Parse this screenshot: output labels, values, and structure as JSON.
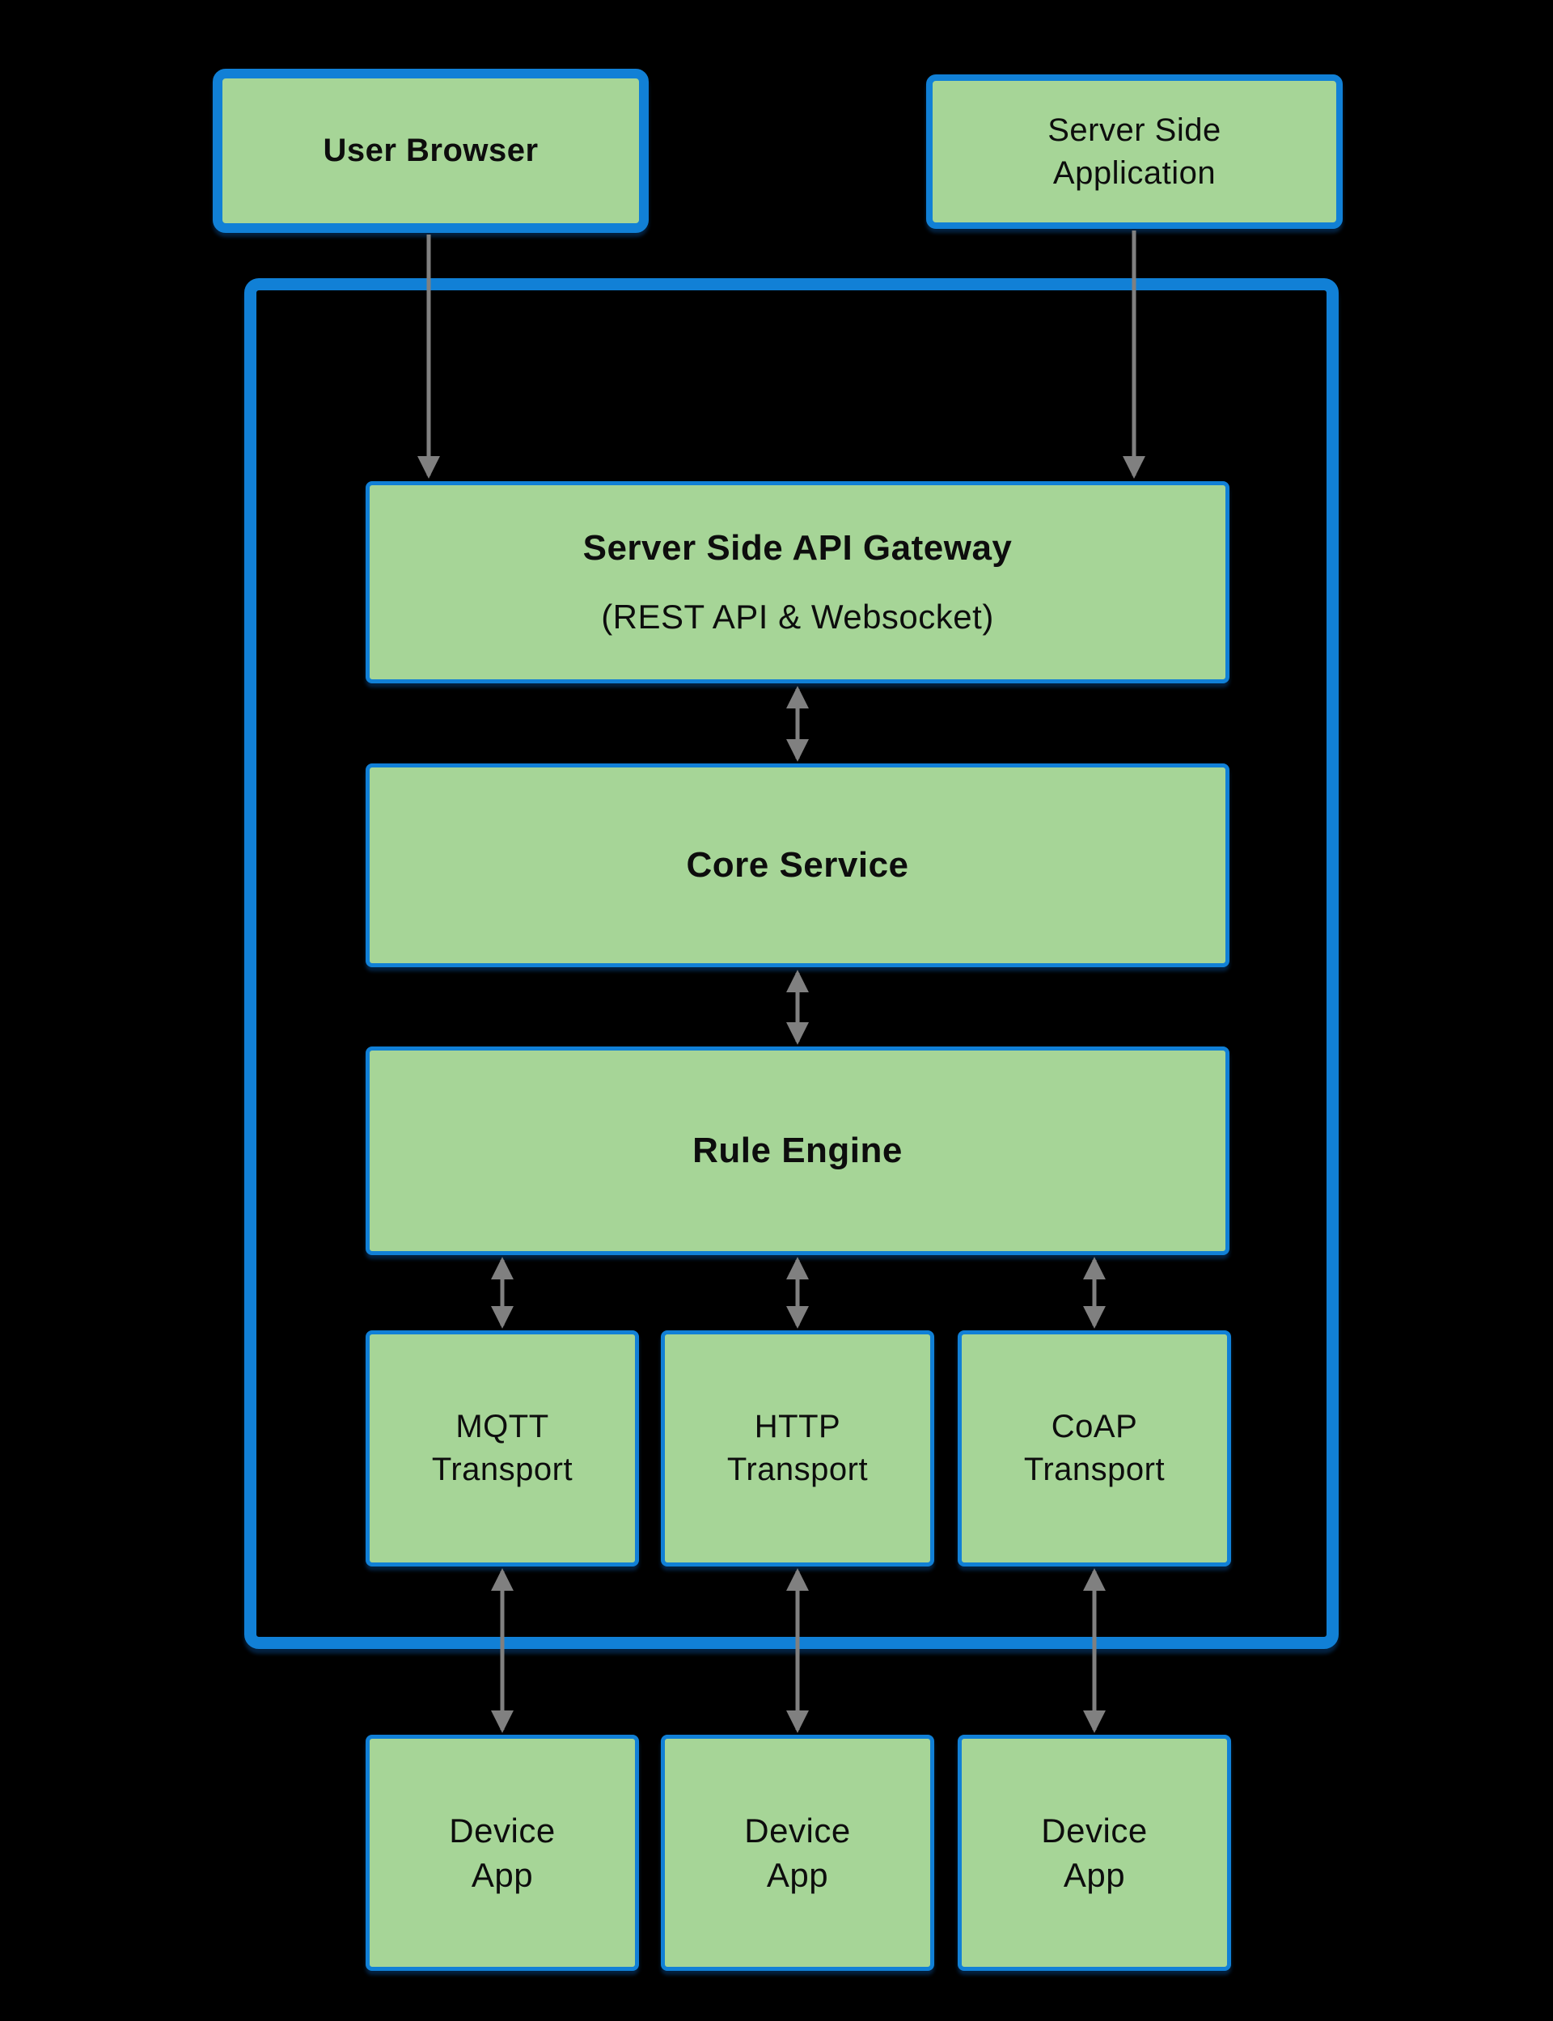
{
  "diagram": {
    "type": "architecture-flow",
    "background": "#000000"
  },
  "colors": {
    "box_fill": "#a6d597",
    "box_border": "#1180d6",
    "container_border": "#1180d6",
    "arrow": "#808080",
    "text": "#0d0d0d"
  },
  "nodes": {
    "user_browser": {
      "label": "User Browser"
    },
    "server_side_application": {
      "label": "Server Side\nApplication"
    },
    "api_gateway": {
      "title": "Server Side API Gateway",
      "subtitle": "(REST API & Websocket)"
    },
    "core_service": {
      "label": "Core Service"
    },
    "rule_engine": {
      "label": "Rule Engine"
    },
    "mqtt_transport": {
      "label": "MQTT\nTransport"
    },
    "http_transport": {
      "label": "HTTP\nTransport"
    },
    "coap_transport": {
      "label": "CoAP\nTransport"
    },
    "device_app_1": {
      "label": "Device\nApp"
    },
    "device_app_2": {
      "label": "Device\nApp"
    },
    "device_app_3": {
      "label": "Device\nApp"
    }
  }
}
